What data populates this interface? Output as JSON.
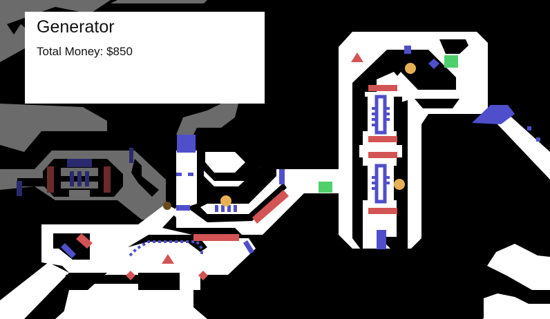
{
  "hud": {
    "title": "Generator",
    "money_label": "Total Money: $850",
    "money_value": 850
  },
  "colors": {
    "background": "#000000",
    "floor": "#ffffff",
    "explored_floor": "#6b6b6b",
    "door": "#4f4fcc",
    "wall_block": "#d35454",
    "goal": "#4fcf6a",
    "coin": "#e8b055",
    "enemy": "#d35454"
  },
  "entities": {
    "coins": 3,
    "goals": 2,
    "enemies_triangle": 2,
    "enemies_diamond": 2,
    "player_marker": "brown-dot"
  }
}
